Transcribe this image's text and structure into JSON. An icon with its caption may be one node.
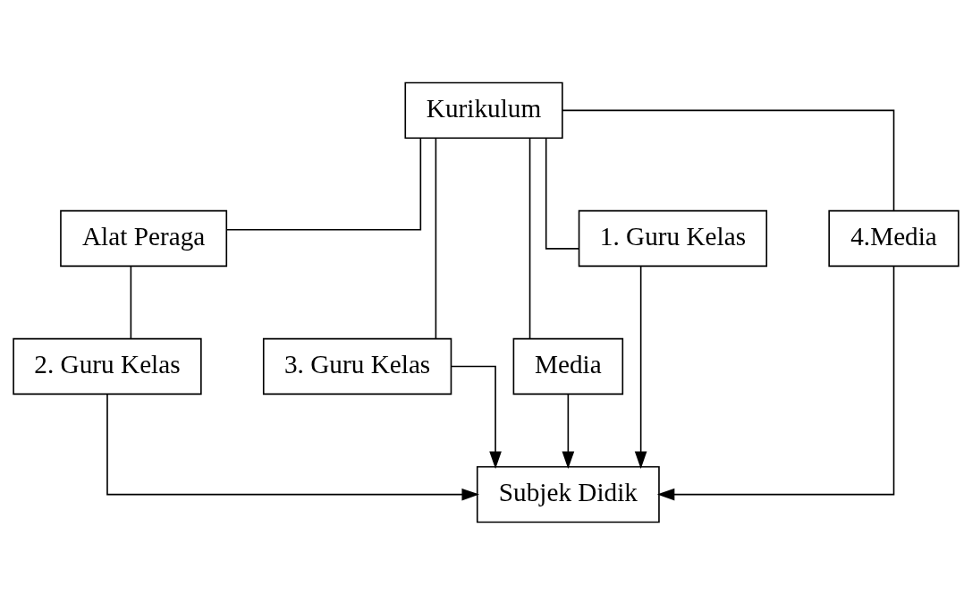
{
  "diagram": {
    "nodes": [
      {
        "text": [
          "Kurikulum"
        ]
      },
      {
        "text": [
          "Alat Peraga"
        ]
      },
      {
        "text": [
          "3. Guru Kelas"
        ]
      },
      {
        "text": [
          "Media"
        ]
      },
      {
        "text": [
          "1. Guru Kelas"
        ]
      },
      {
        "text": [
          "2. Guru Kelas"
        ]
      },
      {
        "text": [
          "4.Media"
        ]
      },
      {
        "text": [
          "Subjek Didik"
        ]
      }
    ],
    "edges": [
      {
        "from": 0,
        "to": 4,
        "arrow": "none"
      },
      {
        "from": 0,
        "to": 1,
        "arrow": "none"
      },
      {
        "from": 0,
        "to": 2,
        "arrow": "none"
      },
      {
        "from": 0,
        "to": 3,
        "arrow": "none"
      },
      {
        "from": 0,
        "to": 6,
        "arrow": "none"
      },
      {
        "from": 1,
        "to": 5,
        "arrow": "none"
      },
      {
        "from": 4,
        "to": 7,
        "arrow": "to"
      },
      {
        "from": 5,
        "to": 7,
        "arrow": "to"
      },
      {
        "from": 2,
        "to": 7,
        "arrow": "to"
      },
      {
        "from": 3,
        "to": 7,
        "arrow": "to"
      },
      {
        "from": 6,
        "to": 7,
        "arrow": "to"
      }
    ]
  }
}
